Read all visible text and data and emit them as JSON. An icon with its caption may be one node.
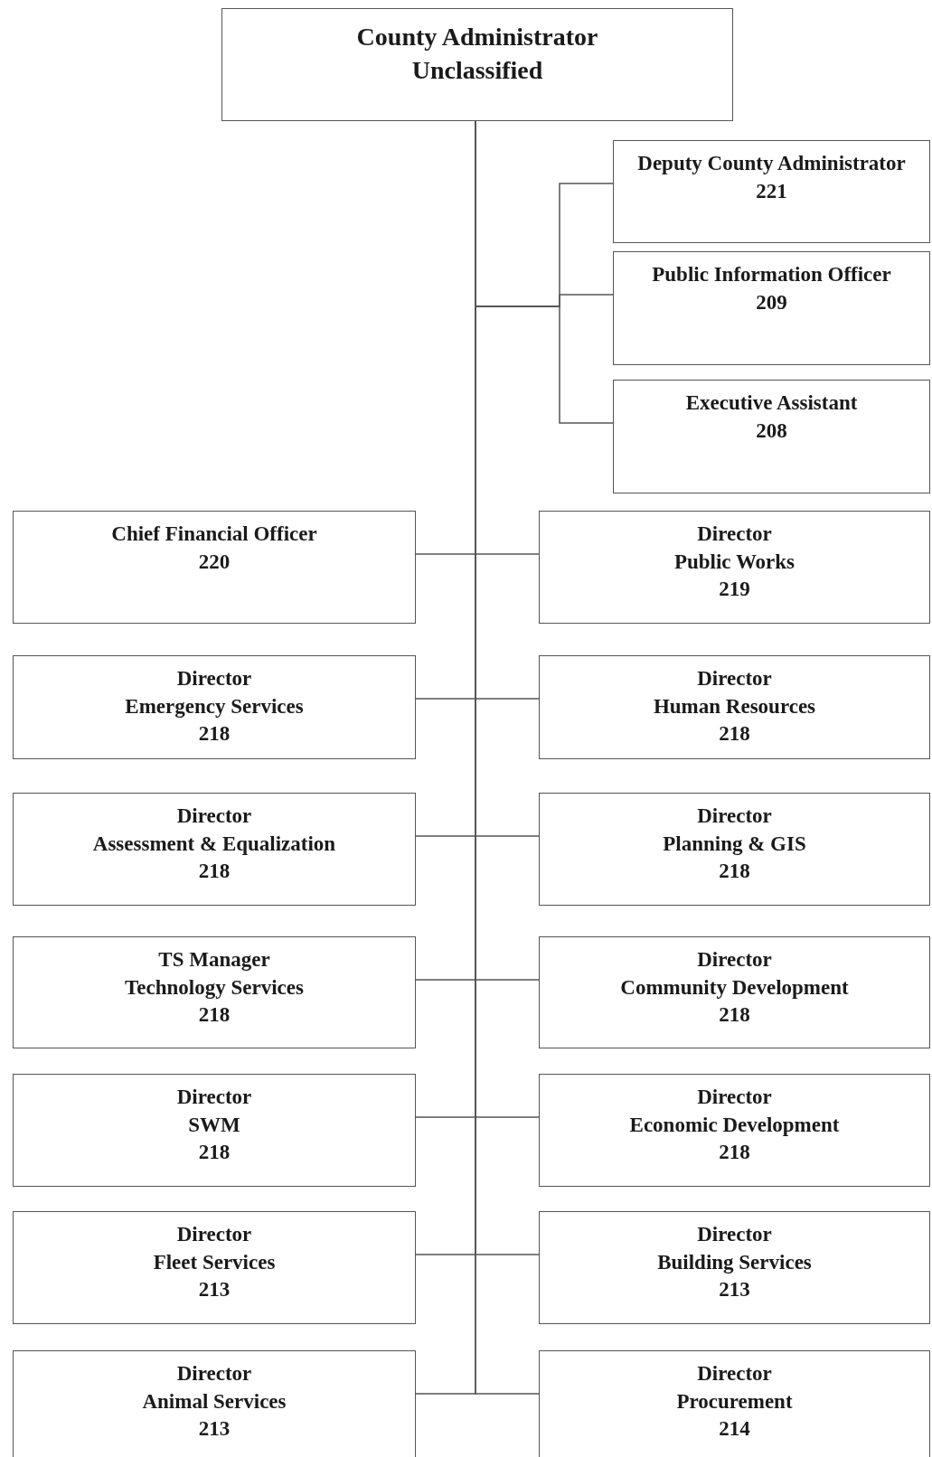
{
  "diagram": {
    "nodes": [
      {
        "text": [
          "County Administrator",
          "Unclassified"
        ]
      },
      {
        "text": [
          "Deputy County Administrator",
          "221"
        ]
      },
      {
        "text": [
          "Public Information Officer",
          "209"
        ]
      },
      {
        "text": [
          "Executive Assistant",
          "208"
        ]
      },
      {
        "text": [
          "Chief Financial Officer",
          "220"
        ]
      },
      {
        "text": [
          "Director",
          "Public Works",
          "219"
        ]
      },
      {
        "text": [
          "Director",
          "Emergency Services",
          "218"
        ]
      },
      {
        "text": [
          "Director",
          "Human Resources",
          "218"
        ]
      },
      {
        "text": [
          "Director",
          "Assessment & Equalization",
          "218"
        ]
      },
      {
        "text": [
          "Director",
          "Planning & GIS",
          "218"
        ]
      },
      {
        "text": [
          "TS Manager",
          "Technology Services",
          "218"
        ]
      },
      {
        "text": [
          "Director",
          "Community Development",
          "218"
        ]
      },
      {
        "text": [
          "Director",
          "SWM",
          "218"
        ]
      },
      {
        "text": [
          "Director",
          "Economic Development",
          "218"
        ]
      },
      {
        "text": [
          "Director",
          "Fleet Services",
          "213"
        ]
      },
      {
        "text": [
          "Director",
          "Building Services",
          "213"
        ]
      },
      {
        "text": [
          "Director",
          "Animal Services",
          "213"
        ]
      },
      {
        "text": [
          "Director",
          "Procurement",
          "214"
        ]
      }
    ],
    "edges": [
      {
        "from": 0,
        "to": 1,
        "arrow": "none"
      },
      {
        "from": 0,
        "to": 2,
        "arrow": "none"
      },
      {
        "from": 0,
        "to": 3,
        "arrow": "none"
      },
      {
        "from": 0,
        "to": 4,
        "arrow": "none"
      },
      {
        "from": 0,
        "to": 5,
        "arrow": "none"
      },
      {
        "from": 0,
        "to": 6,
        "arrow": "none"
      },
      {
        "from": 0,
        "to": 7,
        "arrow": "none"
      },
      {
        "from": 0,
        "to": 8,
        "arrow": "none"
      },
      {
        "from": 0,
        "to": 9,
        "arrow": "none"
      },
      {
        "from": 0,
        "to": 10,
        "arrow": "none"
      },
      {
        "from": 0,
        "to": 11,
        "arrow": "none"
      },
      {
        "from": 0,
        "to": 12,
        "arrow": "none"
      },
      {
        "from": 0,
        "to": 13,
        "arrow": "none"
      },
      {
        "from": 0,
        "to": 14,
        "arrow": "none"
      },
      {
        "from": 0,
        "to": 15,
        "arrow": "none"
      },
      {
        "from": 0,
        "to": 16,
        "arrow": "none"
      },
      {
        "from": 0,
        "to": 17,
        "arrow": "none"
      }
    ]
  }
}
